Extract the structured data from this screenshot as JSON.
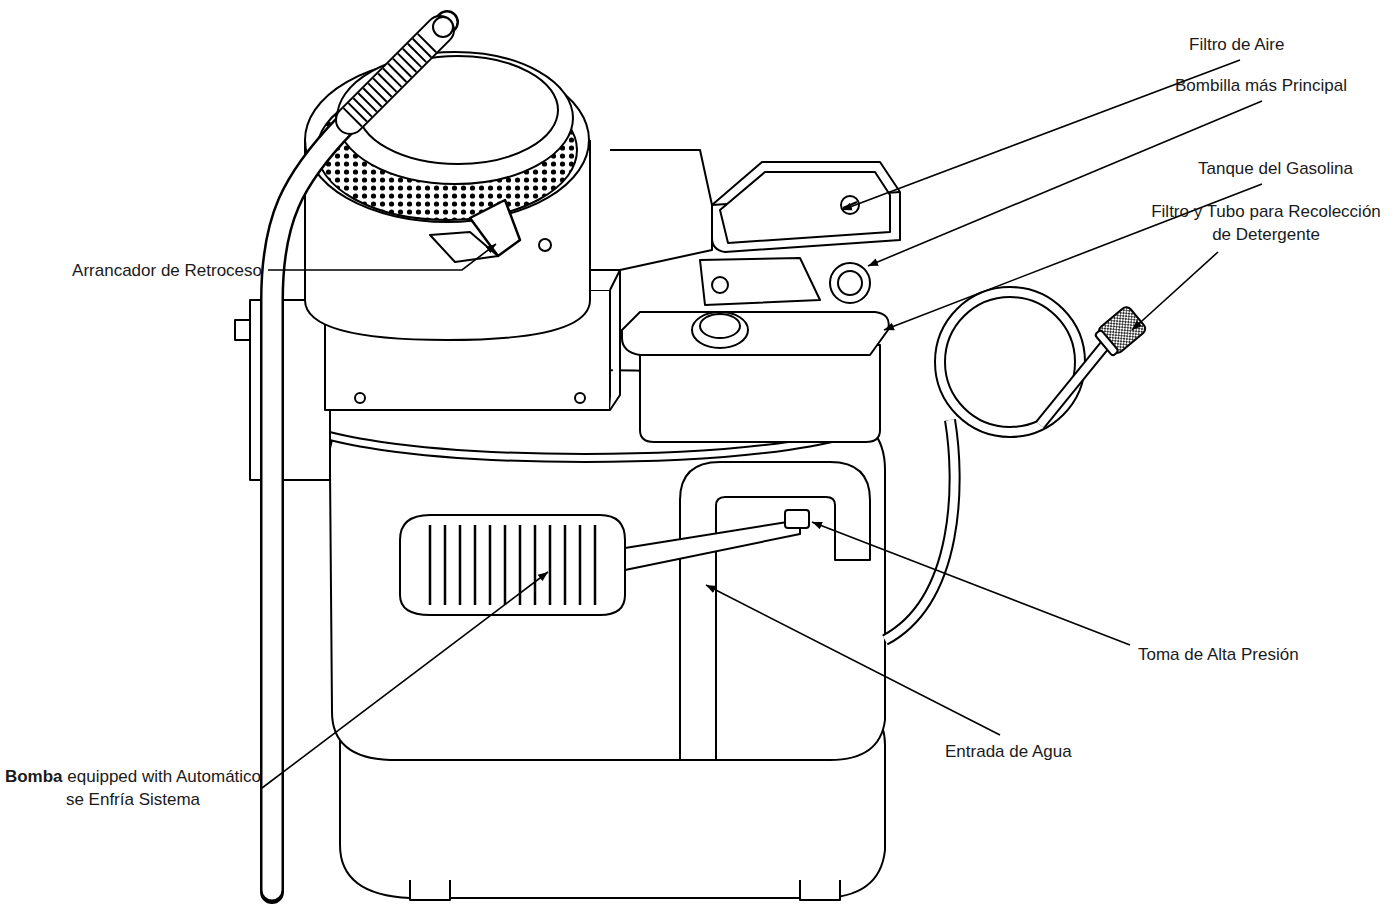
{
  "diagram": {
    "labels": [
      "Arrancador de Retroceso",
      "Filtro de Aire",
      "Bombilla más Principal",
      "Tanque del Gasolina",
      "Filtro y Tubo para Recolección de Detergente",
      "Toma de Alta Presión",
      "Entrada de Agua",
      "Bomba equipped with Automático se Enfría Sistema"
    ]
  }
}
